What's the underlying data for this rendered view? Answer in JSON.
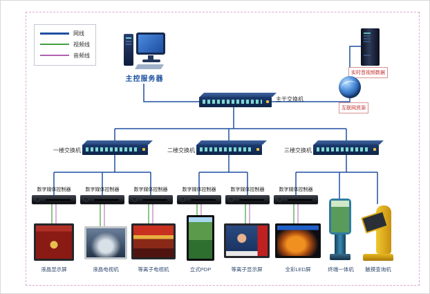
{
  "legend": {
    "items": [
      {
        "label": "网线"
      },
      {
        "label": "视频线"
      },
      {
        "label": "音频线"
      }
    ]
  },
  "server": {
    "label": "主控服务器"
  },
  "backbone_switch": {
    "label": "主干交换机"
  },
  "right_sources": {
    "av_data": {
      "label": "实时音视频数据"
    },
    "internet": {
      "label": "互联网资源"
    }
  },
  "floor_switches": [
    {
      "label": "一楼交换机"
    },
    {
      "label": "二楼交换机"
    },
    {
      "label": "三楼交换机"
    }
  ],
  "controllers": [
    {
      "label": "数字媒体控制器"
    },
    {
      "label": "数字媒体控制器"
    },
    {
      "label": "数字媒体控制器"
    },
    {
      "label": "数字媒体控制器"
    },
    {
      "label": "数字媒体控制器"
    },
    {
      "label": "数字媒体控制器"
    }
  ],
  "displays": [
    {
      "label": "液晶显示屏"
    },
    {
      "label": "液晶电视机"
    },
    {
      "label": "等离子电视机"
    },
    {
      "label": "立式PDP"
    },
    {
      "label": "等离子显示屏"
    },
    {
      "label": "全彩LED屏"
    }
  ],
  "kiosks": [
    {
      "label": "终端一体机"
    },
    {
      "label": "触摸查询机"
    }
  ],
  "colors": {
    "network": "#1f4fa0",
    "video": "#3fa03f",
    "audio": "#b060b0"
  }
}
